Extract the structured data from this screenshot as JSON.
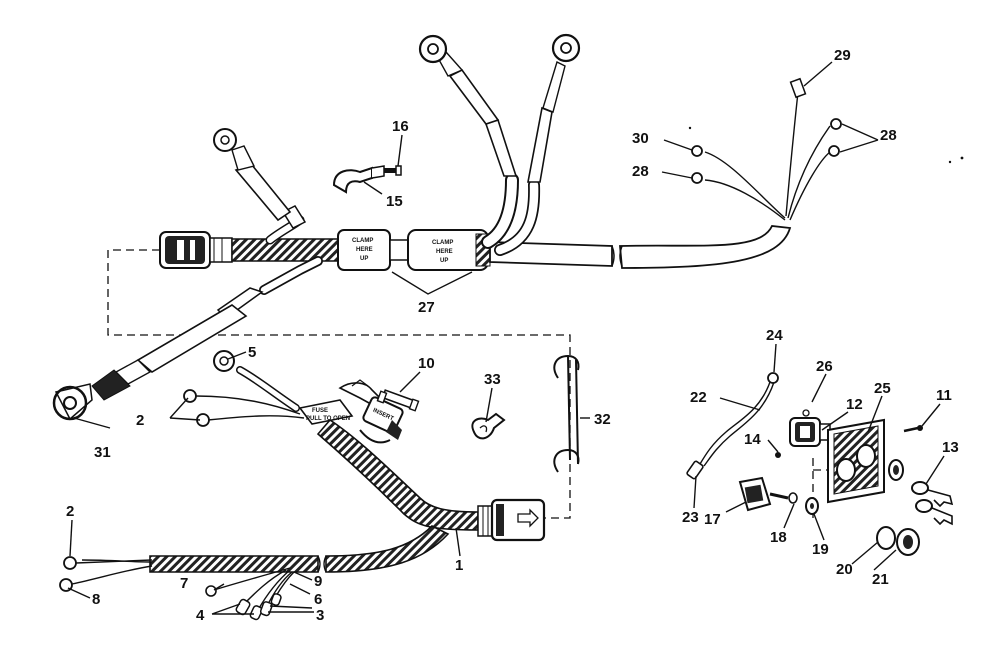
{
  "callouts": [
    {
      "id": "c1",
      "text": "1"
    },
    {
      "id": "c2a",
      "text": "2"
    },
    {
      "id": "c2b",
      "text": "2"
    },
    {
      "id": "c3",
      "text": "3"
    },
    {
      "id": "c4",
      "text": "4"
    },
    {
      "id": "c5",
      "text": "5"
    },
    {
      "id": "c6",
      "text": "6"
    },
    {
      "id": "c7",
      "text": "7"
    },
    {
      "id": "c8",
      "text": "8"
    },
    {
      "id": "c9",
      "text": "9"
    },
    {
      "id": "c10",
      "text": "10"
    },
    {
      "id": "c11",
      "text": "11"
    },
    {
      "id": "c12",
      "text": "12"
    },
    {
      "id": "c13",
      "text": "13"
    },
    {
      "id": "c14",
      "text": "14"
    },
    {
      "id": "c15",
      "text": "15"
    },
    {
      "id": "c16",
      "text": "16"
    },
    {
      "id": "c17",
      "text": "17"
    },
    {
      "id": "c18",
      "text": "18"
    },
    {
      "id": "c19",
      "text": "19"
    },
    {
      "id": "c20",
      "text": "20"
    },
    {
      "id": "c21",
      "text": "21"
    },
    {
      "id": "c22",
      "text": "22"
    },
    {
      "id": "c23",
      "text": "23"
    },
    {
      "id": "c24",
      "text": "24"
    },
    {
      "id": "c25",
      "text": "25"
    },
    {
      "id": "c26",
      "text": "26"
    },
    {
      "id": "c27",
      "text": "27"
    },
    {
      "id": "c28a",
      "text": "28"
    },
    {
      "id": "c28b",
      "text": "28"
    },
    {
      "id": "c29",
      "text": "29"
    },
    {
      "id": "c30",
      "text": "30"
    },
    {
      "id": "c31",
      "text": "31"
    },
    {
      "id": "c32",
      "text": "32"
    },
    {
      "id": "c33",
      "text": "33"
    }
  ],
  "sleeve_text": {
    "clamp_a": [
      "CLAMP",
      "HERE",
      "UP"
    ],
    "clamp_b": [
      "CLAMP",
      "HERE",
      "UP"
    ],
    "fuse": [
      "FUSE",
      "PULL TO OPEN"
    ],
    "rear": "INSERT"
  }
}
